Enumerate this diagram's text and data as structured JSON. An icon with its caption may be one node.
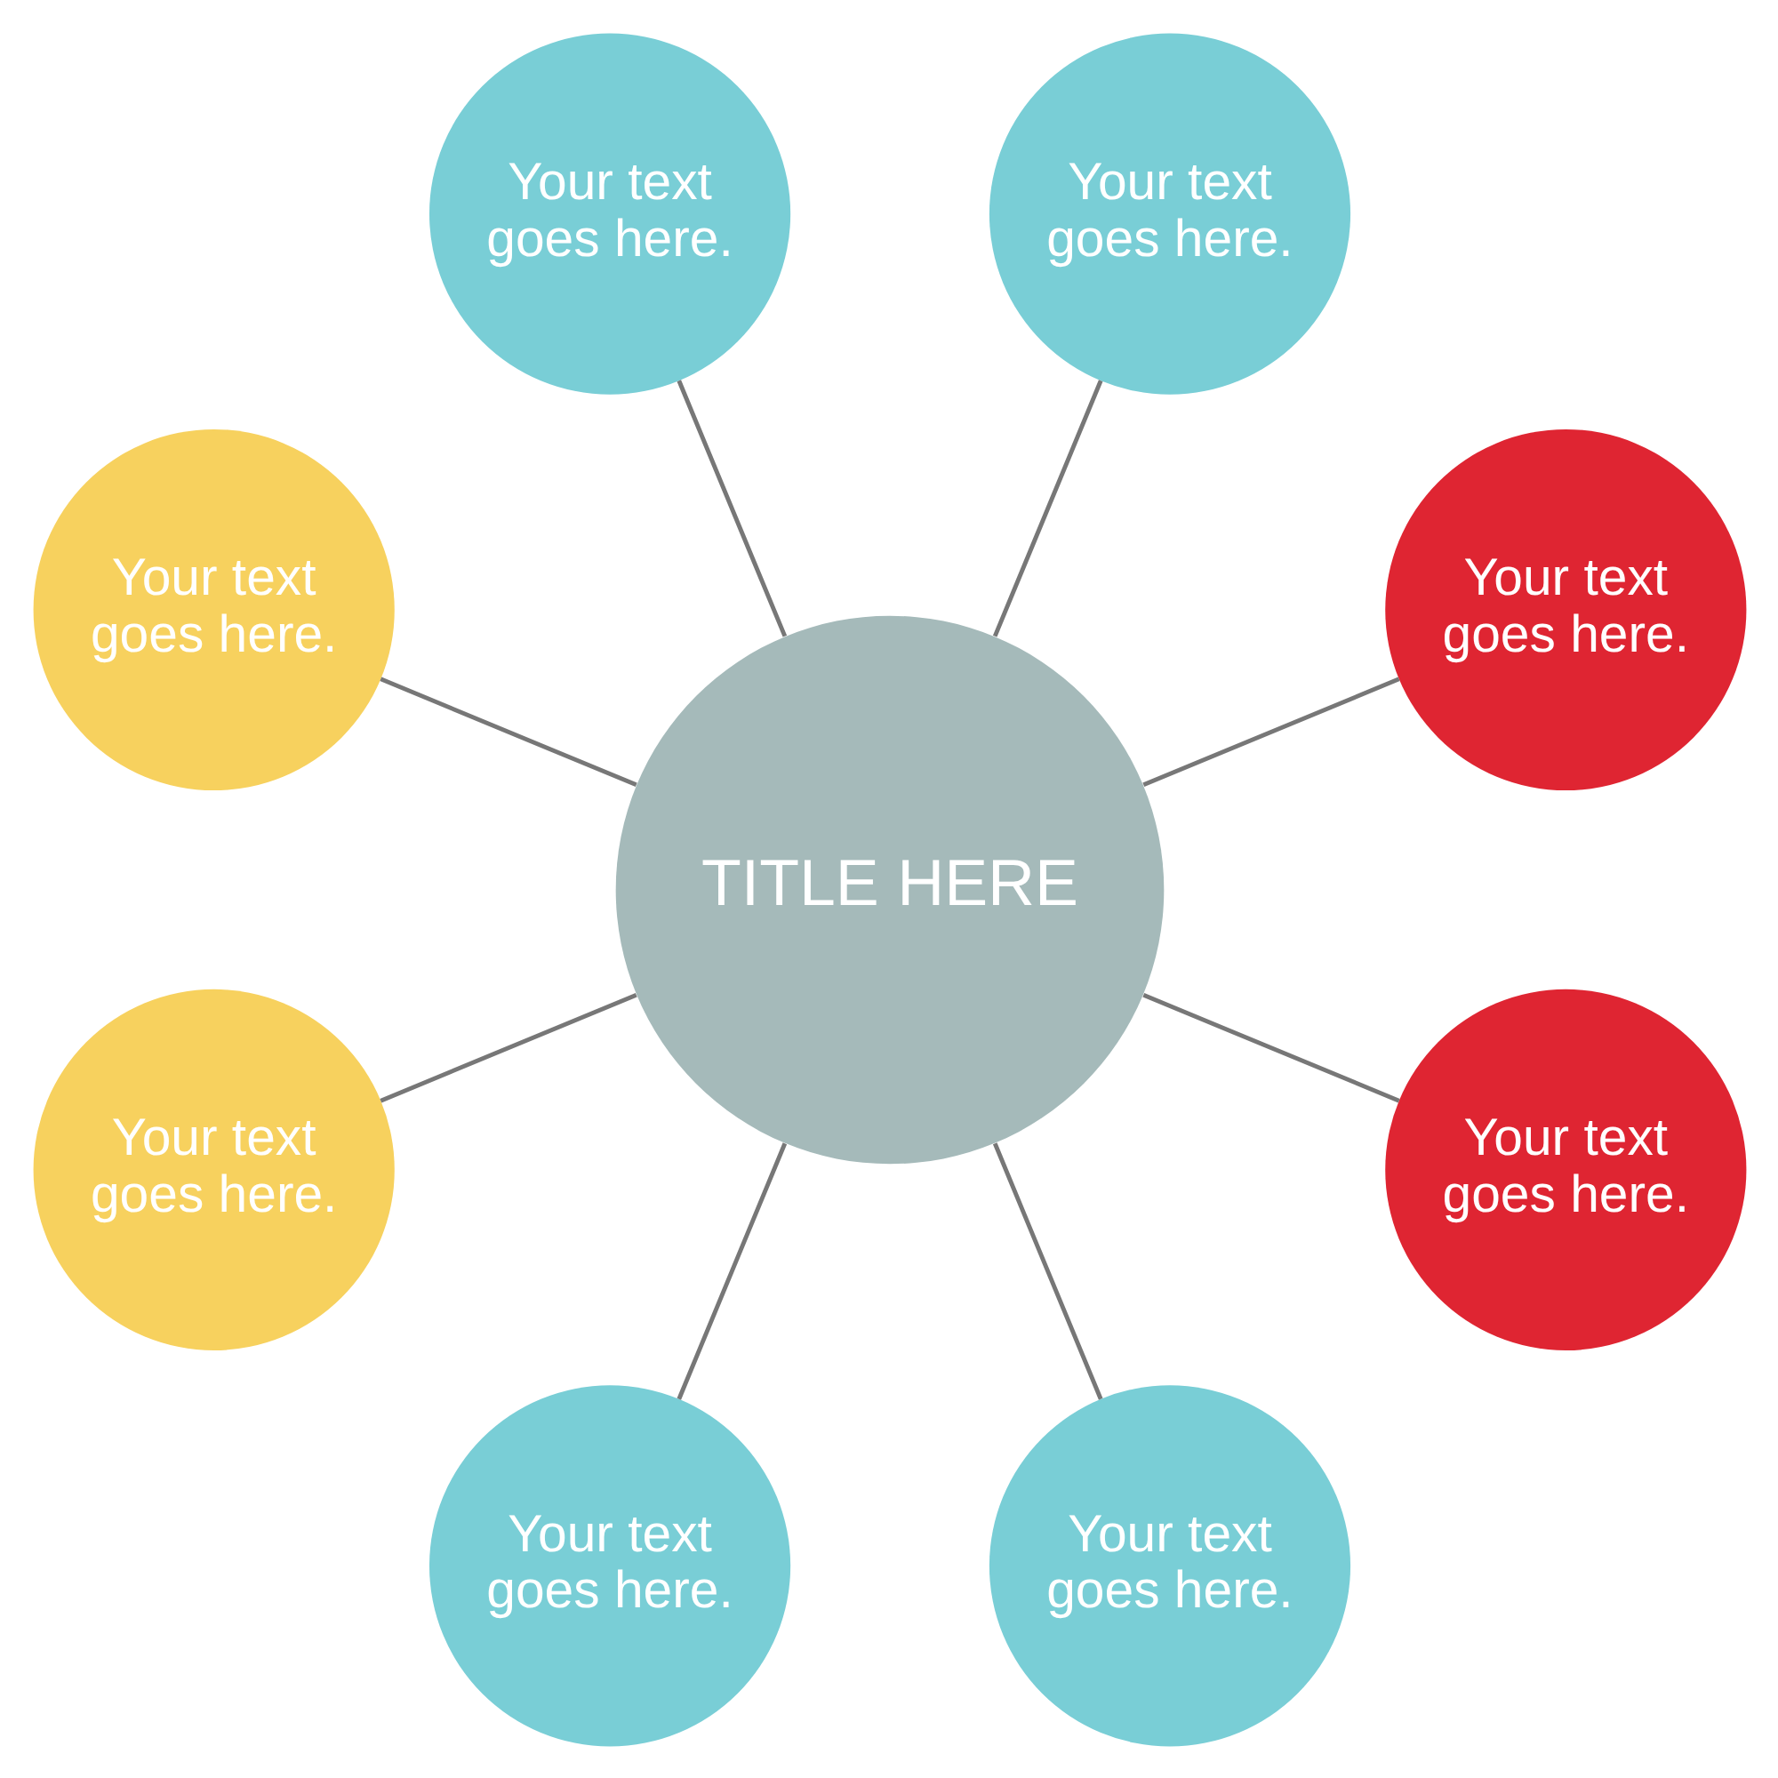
{
  "diagram": {
    "nodes": [
      {
        "text": [
          "Your text goes here."
        ]
      },
      {
        "text": [
          "Your text goes here."
        ]
      },
      {
        "text": [
          "Your text goes here."
        ]
      },
      {
        "text": [
          "Your text goes here."
        ]
      },
      {
        "text": [
          "TITLE HERE"
        ]
      },
      {
        "text": [
          "Your text goes here."
        ]
      },
      {
        "text": [
          "Your text goes here."
        ]
      },
      {
        "text": [
          "Your text goes here."
        ]
      },
      {
        "text": [
          "Your text goes here."
        ]
      }
    ],
    "edges": [
      {
        "from": 4,
        "to": 0,
        "arrow": "none"
      },
      {
        "from": 4,
        "to": 2,
        "arrow": "none"
      },
      {
        "from": 4,
        "to": 5,
        "arrow": "none"
      },
      {
        "from": 4,
        "to": 7,
        "arrow": "none"
      },
      {
        "from": 4,
        "to": 8,
        "arrow": "none"
      },
      {
        "from": 4,
        "to": 6,
        "arrow": "none"
      },
      {
        "from": 4,
        "to": 3,
        "arrow": "none"
      },
      {
        "from": 4,
        "to": 1,
        "arrow": "none"
      }
    ]
  }
}
